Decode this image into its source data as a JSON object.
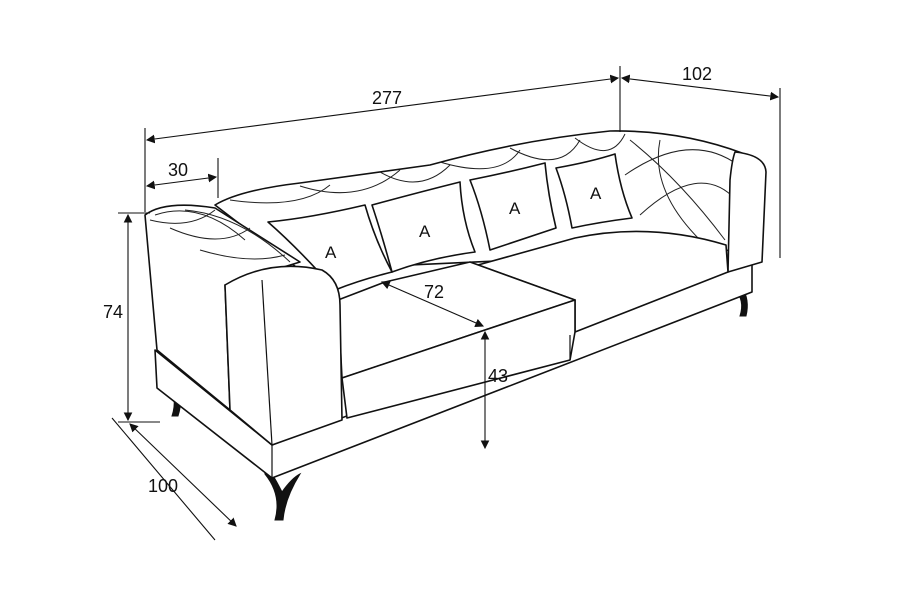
{
  "dimensions": {
    "width": "277",
    "depth_side": "102",
    "arm_width": "30",
    "height": "74",
    "seat_depth": "72",
    "seat_height": "43",
    "depth_front": "100"
  },
  "pillows": [
    "A",
    "A",
    "A",
    "A"
  ]
}
